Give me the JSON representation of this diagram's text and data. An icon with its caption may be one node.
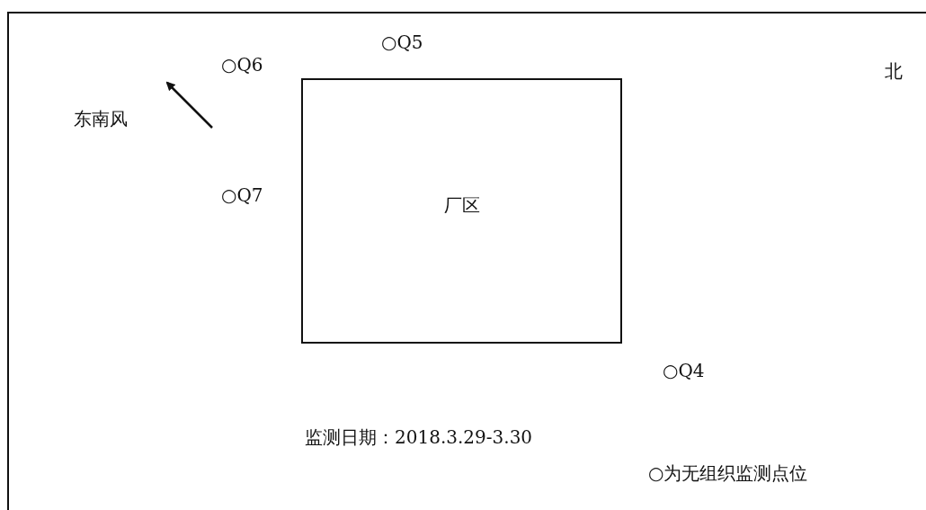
{
  "diagram": {
    "nodes": [
      {
        "text": [
          "厂区"
        ]
      }
    ],
    "labels": [
      "○Q5",
      "○Q6",
      "北",
      "东南风",
      "○Q7",
      "○Q4",
      "监测日期：2018.3.29-3.30",
      "○为无组织监测点位"
    ]
  }
}
